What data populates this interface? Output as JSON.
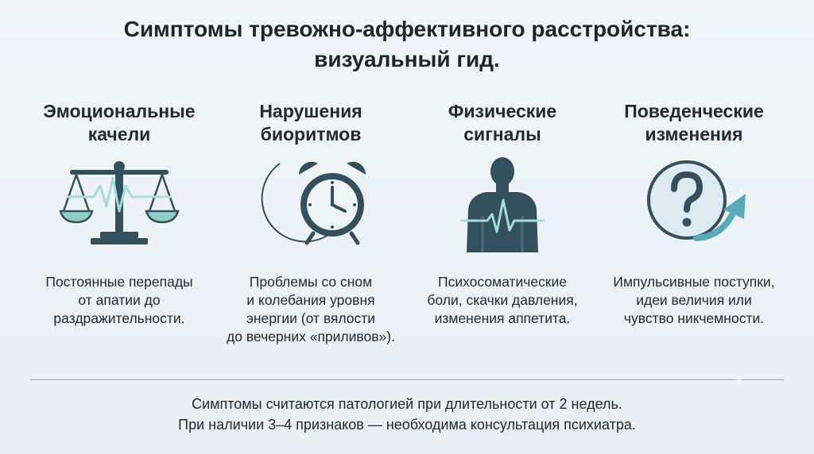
{
  "header": {
    "title_line1": "Симптомы тревожно-аффективного расстройства:",
    "title_line2": "визуальный гид."
  },
  "columns": [
    {
      "title_lines": [
        "Эмоциональные",
        "качели"
      ],
      "icon": "balance-scale-pulse-icon",
      "desc_lines": [
        "Постоянные перепады",
        "от апатии до",
        "раздражительности."
      ]
    },
    {
      "title_lines": [
        "Нарушения",
        "биоритмов"
      ],
      "icon": "moon-alarm-clock-icon",
      "desc_lines": [
        "Проблемы со сном",
        "и колебания уровня",
        "энергии (от вялости",
        "до вечерних «приливов»)."
      ]
    },
    {
      "title_lines": [
        "Физические",
        "сигналы"
      ],
      "icon": "body-heartbeat-icon",
      "desc_lines": [
        "Психосоматические",
        "боли, скачки давления,",
        "изменения аппетита."
      ]
    },
    {
      "title_lines": [
        "Поведенческие",
        "изменения"
      ],
      "icon": "question-arrow-icon",
      "desc_lines": [
        "Импульсивные поступки,",
        "идеи величия или",
        "чувство никчемности."
      ]
    }
  ],
  "footer": {
    "line1": "Симптомы считаются патологией при длительности от 2 недель.",
    "line2": "При наличии 3–4 признаков — необходима консультация психиатра."
  },
  "colors": {
    "icon_dark": "#34505e",
    "icon_teal": "#8fcdcb",
    "icon_light": "#dcebef",
    "pulse": "#a3ddd7"
  }
}
